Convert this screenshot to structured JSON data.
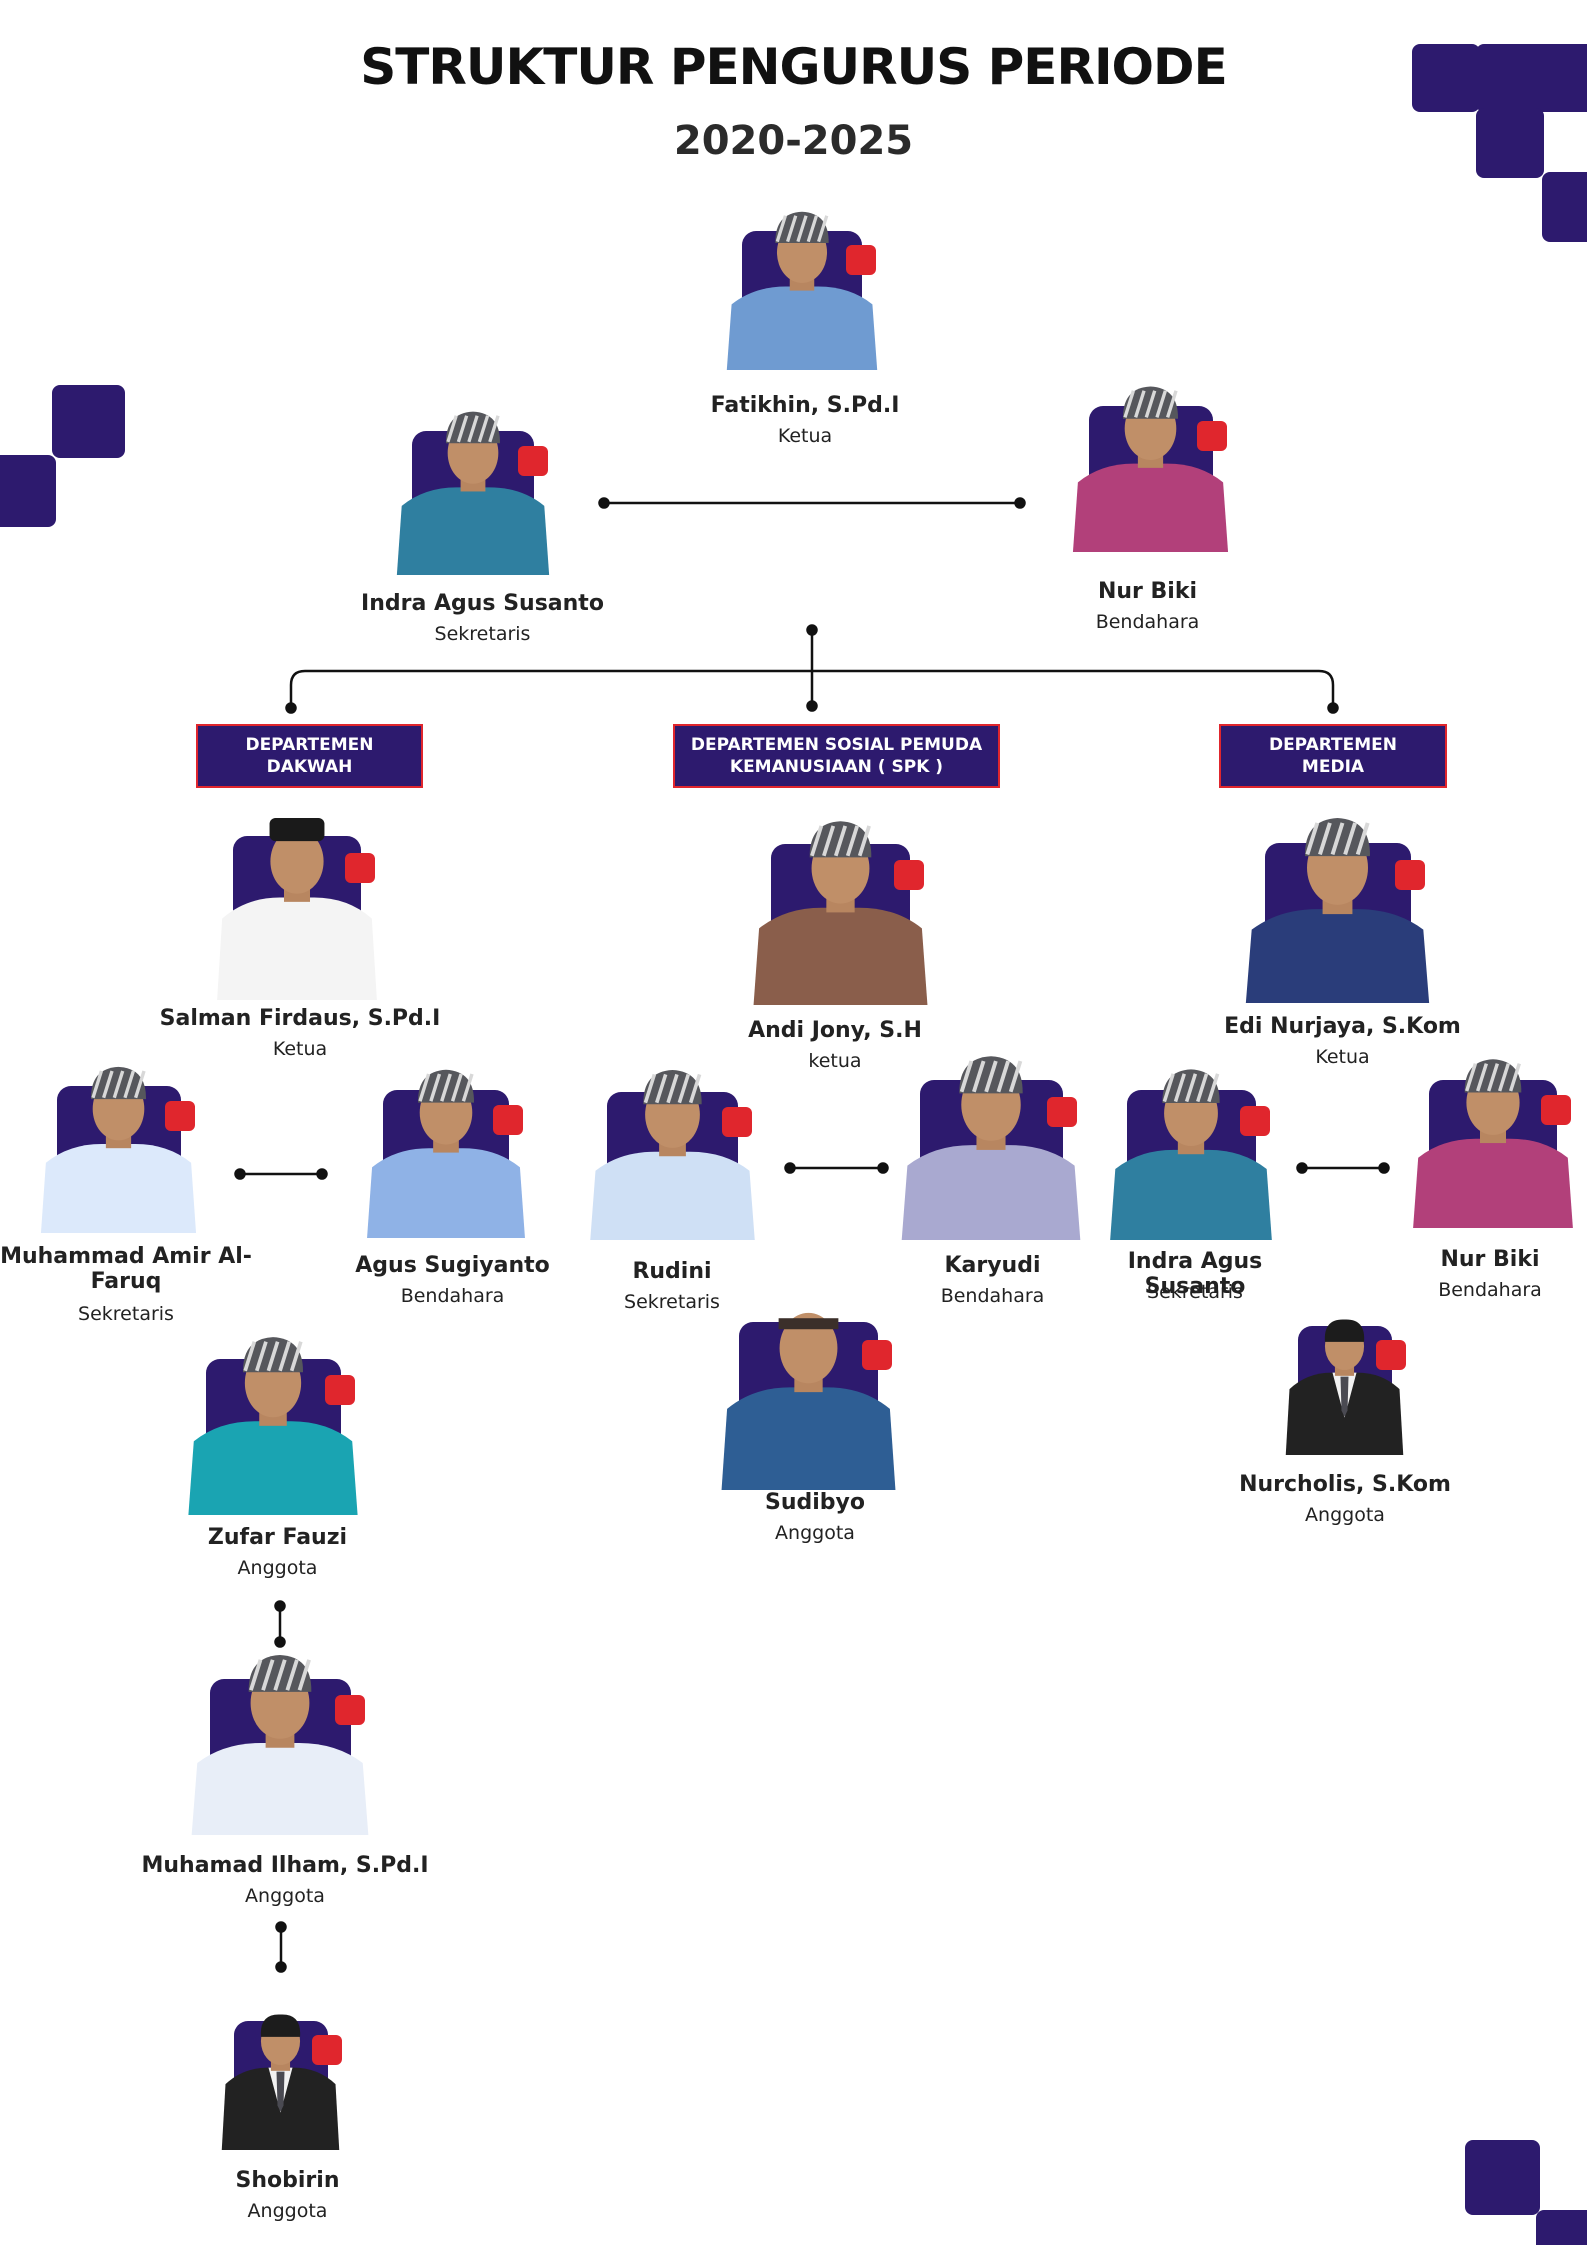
{
  "header": {
    "title": "STRUKTUR PENGURUS PERIODE",
    "subtitle": "2020-2025"
  },
  "colors": {
    "primary": "#2d1a6e",
    "accent": "#e0262d",
    "line": "#111111"
  },
  "top": {
    "ketua": {
      "name": "Fatikhin, S.Pd.I",
      "role": "Ketua"
    },
    "sekretaris": {
      "name": "Indra Agus Susanto",
      "role": "Sekretaris"
    },
    "bendahara": {
      "name": "Nur Biki",
      "role": "Bendahara"
    }
  },
  "departments": {
    "dakwah": {
      "label": "DEPARTEMEN\nDAKWAH",
      "ketua": {
        "name": "Salman Firdaus, S.Pd.I",
        "role": "Ketua"
      },
      "sekretaris": {
        "name": "Muhammad Amir Al-\nFaruq",
        "role": "Sekretaris"
      },
      "bendahara": {
        "name": "Agus Sugiyanto",
        "role": "Bendahara"
      },
      "anggota": [
        {
          "name": "Zufar Fauzi",
          "role": "Anggota"
        },
        {
          "name": "Muhamad Ilham, S.Pd.I",
          "role": "Anggota"
        },
        {
          "name": "Shobirin",
          "role": "Anggota"
        }
      ]
    },
    "spk": {
      "label": "DEPARTEMEN SOSIAL PEMUDA\nKEMANUSIAAN ( SPK )",
      "ketua": {
        "name": "Andi Jony, S.H",
        "role": "ketua"
      },
      "sekretaris": {
        "name": "Rudini",
        "role": "Sekretaris"
      },
      "bendahara": {
        "name": "Karyudi",
        "role": "Bendahara"
      },
      "anggota": [
        {
          "name": "Sudibyo",
          "role": "Anggota"
        }
      ]
    },
    "media": {
      "label": "DEPARTEMEN\nMEDIA",
      "ketua": {
        "name": "Edi Nurjaya, S.Kom",
        "role": "Ketua"
      },
      "sekretaris": {
        "name": "Indra Agus Susanto",
        "role": "Sekretaris"
      },
      "bendahara": {
        "name": "Nur Biki",
        "role": "Bendahara"
      },
      "anggota": [
        {
          "name": "Nurcholis, S.Kom",
          "role": "Anggota"
        }
      ]
    }
  }
}
